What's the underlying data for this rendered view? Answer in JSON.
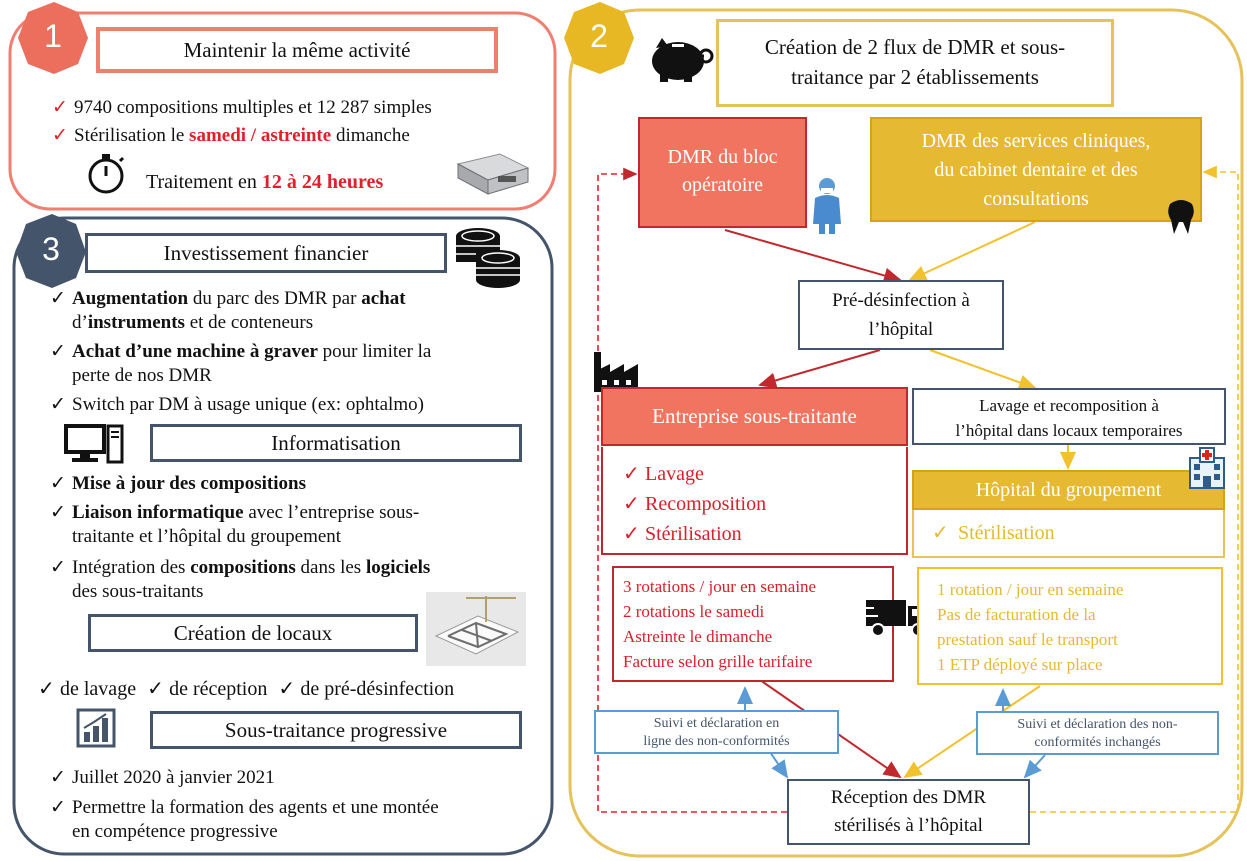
{
  "colors": {
    "red": "#f06e5e",
    "gold": "#e6b933",
    "slate": "#44546a",
    "blue": "#5b9bd5",
    "darkred": "#c0282e"
  },
  "panel1": {
    "number": "1",
    "title": "Maintenir la même activité",
    "items": [
      "9740 compositions multiples et 12 287 simples"
    ],
    "item2_a": "Stérilisation le ",
    "item2_b": "samedi / astreinte",
    "item2_c": " dimanche",
    "treatment_a": "Traitement en ",
    "treatment_b": "12 à 24 heures"
  },
  "panel3": {
    "number": "3",
    "invest_title": "Investissement financier",
    "inv1_b1": "Augmentation",
    "inv1_t1": " du parc des DMR par ",
    "inv1_b2": "achat",
    "inv1_l2a": "d’",
    "inv1_b3": "instruments",
    "inv1_l2b": " et de conteneurs",
    "inv2_b": "Achat d’une machine à graver",
    "inv2_t": " pour limiter la",
    "inv2_l2": "perte de nos DMR",
    "inv3": "Switch par DM à usage unique (ex: ophtalmo)",
    "info_title": "Informatisation",
    "info1": "Mise à jour des compositions",
    "info2_b": "Liaison informatique",
    "info2_t": " avec l’entreprise sous-",
    "info2_l2": "traitante et l’hôpital du groupement",
    "info3_a": "Intégration des ",
    "info3_b1": "compositions",
    "info3_c": " dans les ",
    "info3_b2": "logiciels",
    "info3_l2": "des sous-traitants",
    "locaux_title": "Création de locaux",
    "locaux_items": [
      "de lavage",
      "de réception",
      "de pré-désinfection"
    ],
    "sous_title": "Sous-traitance progressive",
    "sous1": "Juillet 2020 à janvier 2021",
    "sous2_l1": "Permettre la formation des agents et une montée",
    "sous2_l2": "en compétence progressive"
  },
  "panel2": {
    "number": "2",
    "title_l1": "Création de 2 flux de DMR et sous-",
    "title_l2": "traitance par 2 établissements",
    "dmr_bloc_l1": "DMR du bloc",
    "dmr_bloc_l2": "opératoire",
    "dmr_serv_l1": "DMR des services cliniques,",
    "dmr_serv_l2": "du cabinet dentaire et des",
    "dmr_serv_l3": "consultations",
    "predes_l1": "Pré-désinfection à",
    "predes_l2": "l’hôpital",
    "entreprise_title": "Entreprise sous-traitante",
    "entreprise_items": [
      "Lavage",
      "Recomposition",
      "Stérilisation"
    ],
    "lavage_l1": "Lavage et recomposition à",
    "lavage_l2": "l’hôpital dans locaux temporaires",
    "hopital_title": "Hôpital du groupement",
    "hopital_items": [
      "Stérilisation"
    ],
    "rot_left": [
      "3 rotations / jour en semaine",
      "2 rotations le samedi",
      "Astreinte le dimanche",
      "Facture selon grille tarifaire"
    ],
    "rot_right": [
      "1 rotation / jour en semaine",
      "Pas de facturation de la",
      "prestation sauf le transport",
      "1 ETP déployé sur place"
    ],
    "suivi_left_l1": "Suivi et déclaration en",
    "suivi_left_l2": "ligne des non-conformités",
    "suivi_right_l1": "Suivi et déclaration des non-",
    "suivi_right_l2": "conformités inchangés",
    "reception_l1": "Réception des DMR",
    "reception_l2": "stérilisés à l’hôpital"
  },
  "icons": [
    "stopwatch-icon",
    "autoclave-image",
    "coins-icon",
    "computer-icon",
    "building-plan-image",
    "chart-icon",
    "piggy-bank-icon",
    "surgeon-icon",
    "tooth-icon",
    "factory-icon",
    "hospital-icon",
    "truck-icon"
  ]
}
